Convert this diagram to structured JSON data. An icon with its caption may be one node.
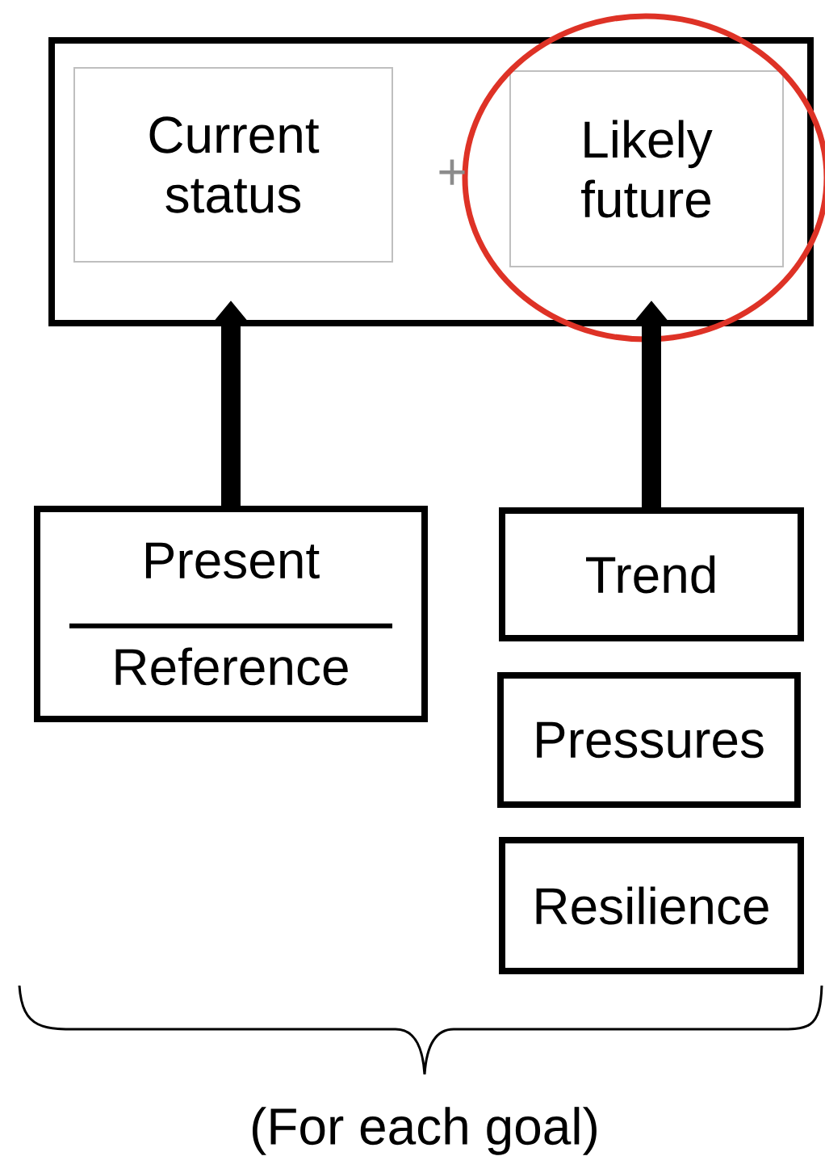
{
  "diagram": {
    "nodes": [
      {
        "text": [],
        "shape": "box"
      },
      {
        "text": [
          "Current status"
        ],
        "in": 0
      },
      {
        "text": [
          "Likely future"
        ],
        "in": 0
      },
      {
        "text": [
          "Present",
          "Reference"
        ]
      },
      {
        "text": [
          "Trend"
        ]
      },
      {
        "text": [
          "Pressures"
        ]
      },
      {
        "text": [
          "Resilience"
        ]
      }
    ],
    "edges": [
      {
        "from": 3,
        "to": 0,
        "arrow": "to"
      },
      {
        "from": 4,
        "to": 0,
        "arrow": "to"
      }
    ],
    "labels": [
      "+",
      "(For each goal)"
    ]
  }
}
